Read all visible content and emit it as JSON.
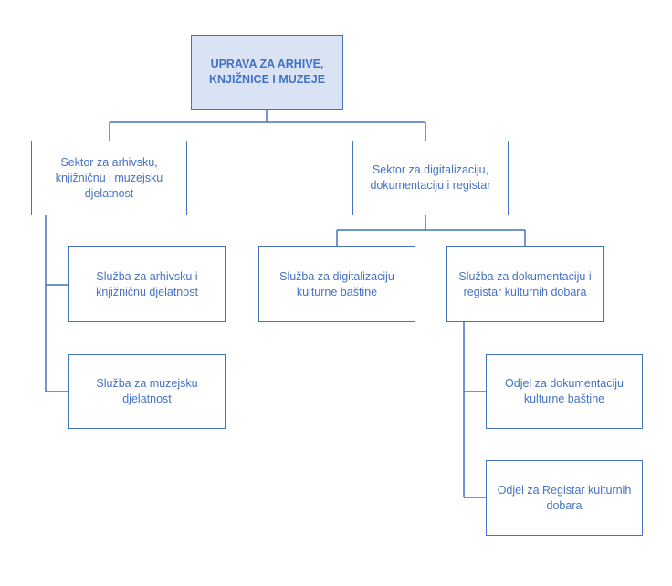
{
  "diagram": {
    "line_color": "#4472c4",
    "root_fill": "#dae3f3",
    "nodes": {
      "root": "UPRAVA ZA ARHIVE,\nKNJIŽNICE I MUZEJE",
      "sector_archive": "Sektor za arhivsku,\nknjižničnu i muzejsku\ndjelatnost",
      "sector_digital": "Sektor za digitalizaciju,\ndokumentaciju i registar",
      "service_archive_library": "Služba za arhivsku i\nknjižničnu djelatnost",
      "service_museum": "Služba za muzejsku\ndjelatnost",
      "service_digitalization": "Služba za digitalizaciju\nkulturne baštine",
      "service_documentation": "Služba za dokumentaciju i\nregistar kulturnih dobara",
      "dept_documentation": "Odjel za dokumentaciju\nkulturne baštine",
      "dept_register": "Odjel za Registar kulturnih\ndobara"
    }
  }
}
